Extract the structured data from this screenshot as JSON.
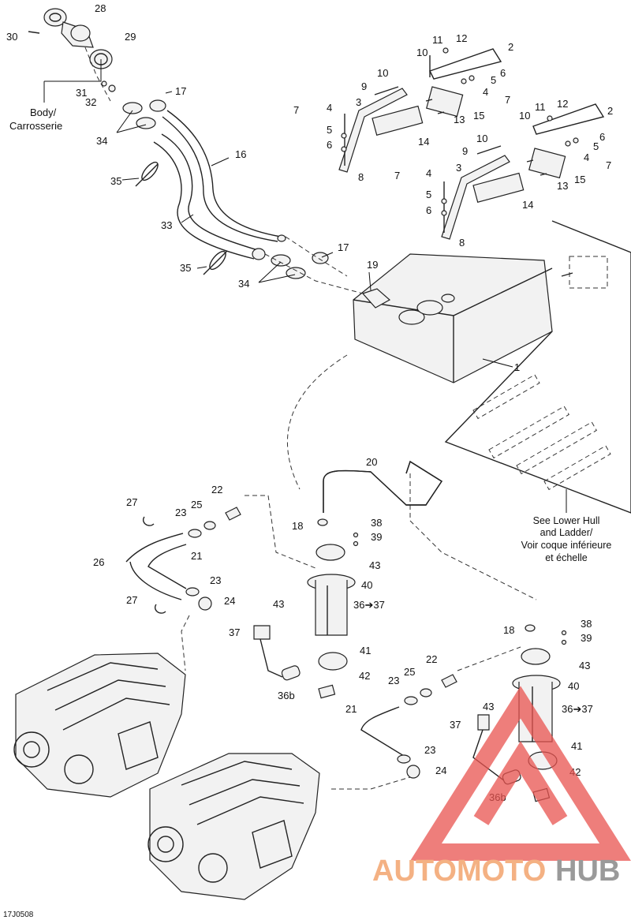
{
  "diagram": {
    "figure_code": "17J0508",
    "notes": {
      "body": [
        "Body/",
        "Carrosserie"
      ],
      "hull": [
        "See Lower Hull",
        "and Ladder/",
        "Voir coque inférieure",
        "et échelle"
      ]
    },
    "callouts": [
      {
        "id": "c28",
        "text": "28"
      },
      {
        "id": "c30",
        "text": "30"
      },
      {
        "id": "c29",
        "text": "29"
      },
      {
        "id": "c31",
        "text": "31"
      },
      {
        "id": "c32",
        "text": "32"
      },
      {
        "id": "c17a",
        "text": "17"
      },
      {
        "id": "c34a",
        "text": "34"
      },
      {
        "id": "c16",
        "text": "16"
      },
      {
        "id": "c35a",
        "text": "35"
      },
      {
        "id": "c33",
        "text": "33"
      },
      {
        "id": "c35b",
        "text": "35"
      },
      {
        "id": "c34b",
        "text": "34"
      },
      {
        "id": "c17b",
        "text": "17"
      },
      {
        "id": "c19",
        "text": "19"
      },
      {
        "id": "c1",
        "text": "1"
      },
      {
        "id": "c11a",
        "text": "11"
      },
      {
        "id": "c12a",
        "text": "12"
      },
      {
        "id": "c10a",
        "text": "10"
      },
      {
        "id": "c2a",
        "text": "2"
      },
      {
        "id": "c10b",
        "text": "10"
      },
      {
        "id": "c6a",
        "text": "6"
      },
      {
        "id": "c5a",
        "text": "5"
      },
      {
        "id": "c9a",
        "text": "9"
      },
      {
        "id": "c4a",
        "text": "4"
      },
      {
        "id": "c7a",
        "text": "7"
      },
      {
        "id": "c3a",
        "text": "3"
      },
      {
        "id": "c7b",
        "text": "7"
      },
      {
        "id": "c4b",
        "text": "4"
      },
      {
        "id": "c15a",
        "text": "15"
      },
      {
        "id": "c13a",
        "text": "13"
      },
      {
        "id": "c5b",
        "text": "5"
      },
      {
        "id": "c6b",
        "text": "6"
      },
      {
        "id": "c14a",
        "text": "14"
      },
      {
        "id": "c8a",
        "text": "8"
      },
      {
        "id": "c11b",
        "text": "11"
      },
      {
        "id": "c12b",
        "text": "12"
      },
      {
        "id": "c10c",
        "text": "10"
      },
      {
        "id": "c2b",
        "text": "2"
      },
      {
        "id": "c10d",
        "text": "10"
      },
      {
        "id": "c6c",
        "text": "6"
      },
      {
        "id": "c5c",
        "text": "5"
      },
      {
        "id": "c9b",
        "text": "9"
      },
      {
        "id": "c4c",
        "text": "4"
      },
      {
        "id": "c3b",
        "text": "3"
      },
      {
        "id": "c7c",
        "text": "7"
      },
      {
        "id": "c7d",
        "text": "7"
      },
      {
        "id": "c4d",
        "text": "4"
      },
      {
        "id": "c15b",
        "text": "15"
      },
      {
        "id": "c13b",
        "text": "13"
      },
      {
        "id": "c5d",
        "text": "5"
      },
      {
        "id": "c6d",
        "text": "6"
      },
      {
        "id": "c14b",
        "text": "14"
      },
      {
        "id": "c8b",
        "text": "8"
      },
      {
        "id": "c20",
        "text": "20"
      },
      {
        "id": "c27a",
        "text": "27"
      },
      {
        "id": "c22a",
        "text": "22"
      },
      {
        "id": "c25a",
        "text": "25"
      },
      {
        "id": "c23a",
        "text": "23"
      },
      {
        "id": "c18a",
        "text": "18"
      },
      {
        "id": "c38a",
        "text": "38"
      },
      {
        "id": "c39a",
        "text": "39"
      },
      {
        "id": "c26",
        "text": "26"
      },
      {
        "id": "c21a",
        "text": "21"
      },
      {
        "id": "c43a",
        "text": "43"
      },
      {
        "id": "c40a",
        "text": "40"
      },
      {
        "id": "c23b",
        "text": "23"
      },
      {
        "id": "c24a",
        "text": "24"
      },
      {
        "id": "c27b",
        "text": "27"
      },
      {
        "id": "c43b",
        "text": "43"
      },
      {
        "id": "c36a",
        "text": "36➔37"
      },
      {
        "id": "c37a",
        "text": "37"
      },
      {
        "id": "c41a",
        "text": "41"
      },
      {
        "id": "c42a",
        "text": "42"
      },
      {
        "id": "c36ba",
        "text": "36b"
      },
      {
        "id": "c38b",
        "text": "38"
      },
      {
        "id": "c18b",
        "text": "18"
      },
      {
        "id": "c39b",
        "text": "39"
      },
      {
        "id": "c22b",
        "text": "22"
      },
      {
        "id": "c43c",
        "text": "43"
      },
      {
        "id": "c25b",
        "text": "25"
      },
      {
        "id": "c23c",
        "text": "23"
      },
      {
        "id": "c40b",
        "text": "40"
      },
      {
        "id": "c21b",
        "text": "21"
      },
      {
        "id": "c43d",
        "text": "43"
      },
      {
        "id": "c36b",
        "text": "36➔37"
      },
      {
        "id": "c37b",
        "text": "37"
      },
      {
        "id": "c41b",
        "text": "41"
      },
      {
        "id": "c23d",
        "text": "23"
      },
      {
        "id": "c24b",
        "text": "24"
      },
      {
        "id": "c42b",
        "text": "42"
      },
      {
        "id": "c36bb",
        "text": "36b"
      }
    ],
    "watermark": {
      "text_a": "AUTOMOTO",
      "text_b": "HUB",
      "color_a": "#f4b183",
      "color_b": "#9a9a9a",
      "logo_color": "#e8534f"
    }
  }
}
